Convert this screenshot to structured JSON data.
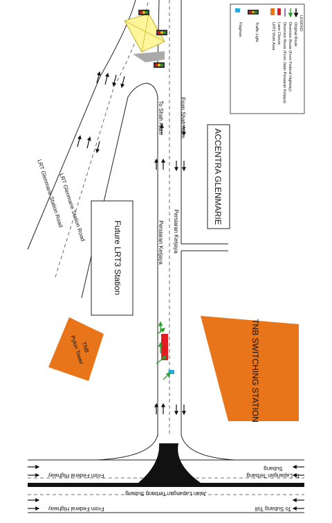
{
  "labels": {
    "accentra": "ACCENTRA GLENMARIE",
    "future_station": "Future LRT3 Station",
    "pylon_line1": "TNB",
    "pylon_line2": "Pylon Tower",
    "switching": "TNB SWITCHING STATION",
    "persiaran_1": "Persiaran Kerjaya",
    "persiaran_2": "Persiaran Kerjaya",
    "to_shah_alam": "To Shah Alam",
    "from_shah_alam": "From Shah Alam",
    "lrt_road_1": "LRT Glenmarie Station Road",
    "lrt_road_2": "LRT Glenmarie Station Road",
    "from_federal_1": "From Federal Highway",
    "from_federal_2": "From Federal Highway",
    "to_lapangan_line1": "To Lapangan Terbang",
    "to_lapangan_line2": "Subang",
    "jalan_lapangan": "Jalan Lapangan Terbang Subang",
    "to_subang_toll": "To Subang Toll"
  },
  "legend": {
    "title": "LEGEND:",
    "items": [
      {
        "label": "Original Route",
        "swatch": "arrow",
        "color": "#111111"
      },
      {
        "label": "Diversion Route (From Federal Highway)",
        "swatch": "arrow",
        "color": "#2ca02c"
      },
      {
        "label": "Diversion Route (From Jalan Persiaran Kerjaya)",
        "swatch": "arrow",
        "color": "#7b3fa0"
      },
      {
        "label": "Lane Closure",
        "swatch": "bar",
        "color": "#e31b23"
      },
      {
        "label": "LRT3 Work Area",
        "swatch": "box",
        "color": "#e8751a"
      },
      {
        "label": "Traffic Light",
        "swatch": "traffic-light-icon",
        "color": "#333333"
      },
      {
        "label": "Flagman",
        "swatch": "flag-icon",
        "color": "#29abe2"
      }
    ]
  },
  "colors": {
    "work_area": "#e8751a",
    "lane_closure": "#e31b23",
    "diversion_federal": "#2ca02c",
    "flagman": "#29abe2",
    "site_box": "#fff59a",
    "road_edge": "#222222",
    "junction_fill": "#111111"
  }
}
